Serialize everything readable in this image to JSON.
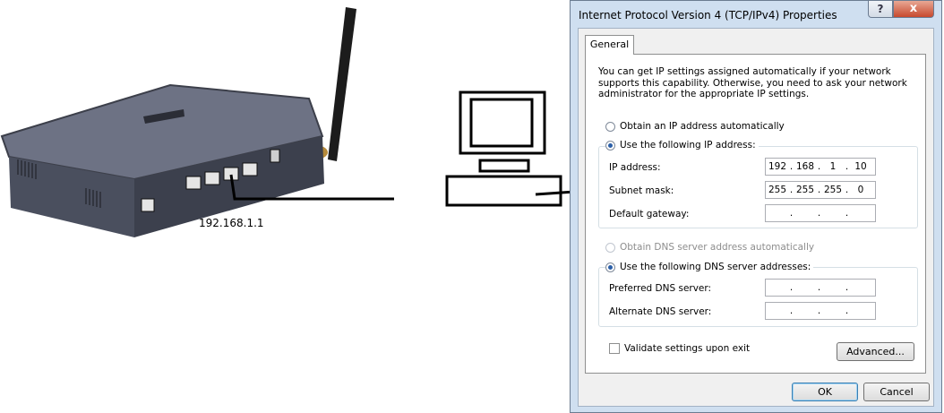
{
  "router": {
    "ip_label": "192.168.1.1"
  },
  "dialog": {
    "title": "Internet Protocol Version 4 (TCP/IPv4) Properties",
    "help_label": "?",
    "close_label": "x",
    "tab_label": "General",
    "intro_text": "You can get IP settings assigned automatically if your network supports this capability. Otherwise, you need to ask your network administrator for the appropriate IP settings.",
    "ip_auto_label": "Obtain an IP address automatically",
    "ip_manual_label": "Use the following IP address:",
    "ip_address_label": "IP address:",
    "subnet_label": "Subnet mask:",
    "gateway_label": "Default gateway:",
    "ip_address": [
      "192",
      "168",
      "1",
      "10"
    ],
    "subnet_mask": [
      "255",
      "255",
      "255",
      "0"
    ],
    "gateway": [
      "",
      "",
      "",
      ""
    ],
    "dns_auto_label": "Obtain DNS server address automatically",
    "dns_manual_label": "Use the following DNS server addresses:",
    "preferred_dns_label": "Preferred DNS server:",
    "alternate_dns_label": "Alternate DNS server:",
    "preferred_dns": [
      "",
      "",
      "",
      ""
    ],
    "alternate_dns": [
      "",
      "",
      "",
      ""
    ],
    "validate_label": "Validate settings upon exit",
    "advanced_label": "Advanced...",
    "ok_label": "OK",
    "cancel_label": "Cancel"
  }
}
